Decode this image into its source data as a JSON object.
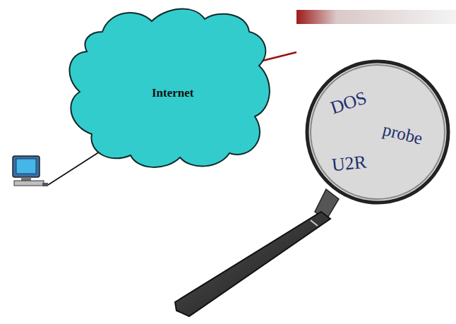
{
  "diagram": {
    "nodes": [
      {
        "text": [
          "Internet"
        ]
      },
      {
        "text": [
          "DOS",
          "probe",
          "U2R"
        ]
      }
    ]
  }
}
